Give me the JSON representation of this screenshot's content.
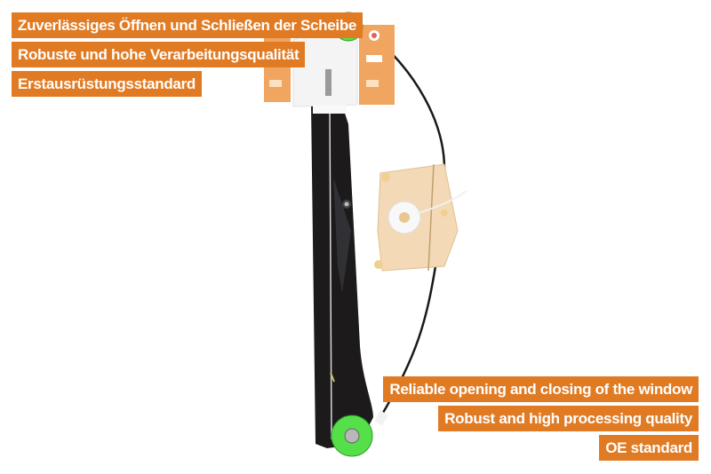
{
  "features_de": [
    {
      "text": "Zuverlässiges Öffnen und Schließen der Scheibe"
    },
    {
      "text": "Robuste und hohe Verarbeitungsqualität"
    },
    {
      "text": "Erstausrüstungsstandard"
    }
  ],
  "features_en": [
    {
      "text": "Reliable opening and closing of the window"
    },
    {
      "text": "Robust and high processing quality"
    },
    {
      "text": "OE standard"
    }
  ],
  "product": {
    "name": "window-regulator",
    "colors": {
      "label_bg": "#e07b24",
      "label_text": "#ffffff",
      "rail": "#1c1a1a",
      "pulley": "#55e04a",
      "carrier_orange": "#f0a560",
      "motor_housing": "#f3d9b6"
    }
  }
}
